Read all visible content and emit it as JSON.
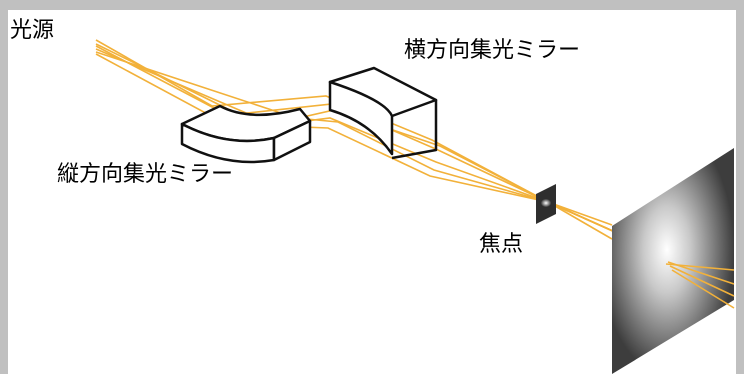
{
  "labels": {
    "light_source": "光源",
    "horizontal_mirror": "横方向集光ミラー",
    "vertical_mirror": "縦方向集光ミラー",
    "focal_point": "焦点"
  },
  "colors": {
    "beam": "#f2b13a",
    "mirror_outline": "#111111",
    "mirror_fill": "#ffffff",
    "screen": "#404040",
    "frame": "#c0c0c0"
  }
}
